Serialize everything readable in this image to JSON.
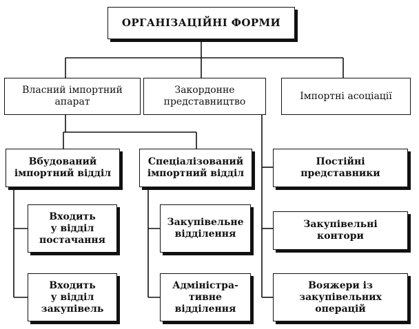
{
  "diagram": {
    "root": "ОРГАНІЗАЦІЙНІ ФОРМИ",
    "level1": {
      "own_apparatus": "Власний імпортний\nапарат",
      "foreign_office": "Закордонне\nпредставництво",
      "import_associations": "Імпортні асоціації"
    },
    "own_apparatus_children": {
      "built_in": "Вбудований\nімпортний відділ",
      "specialized": "Спеціалізований\nімпортний відділ"
    },
    "built_in_children": {
      "supply": "Входить\nу відділ\nпостачання",
      "purchasing": "Входить\nу відділ\nзакупівель"
    },
    "specialized_children": {
      "purchasing_division": "Закупівельне\nвідділення",
      "admin_division": "Адміністра-\nтивне\nвідділення"
    },
    "foreign_office_children": {
      "permanent_reps": "Постійні\nпредставники",
      "purchasing_offices": "Закупівельні\nконтори",
      "voyagers": "Вояжери із\nзакупівельних\nоперацій"
    }
  }
}
